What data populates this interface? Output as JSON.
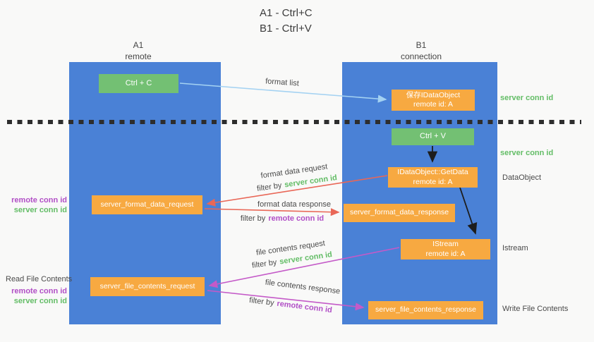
{
  "title": {
    "line1": "A1 - Ctrl+C",
    "line2": "B1 - Ctrl+V"
  },
  "lanes": {
    "a": {
      "name": "A1",
      "role": "remote"
    },
    "b": {
      "name": "B1",
      "role": "connection"
    }
  },
  "nodes": {
    "ctrl_c": "Ctrl + C",
    "ctrl_v": "Ctrl + V",
    "save_dataobject_line1": "保存IDataObject",
    "save_dataobject_line2": "remote id: A",
    "getdata_line1": "IDataObject::GetData",
    "getdata_line2": "remote id: A",
    "istream_line1": "IStream",
    "istream_line2": "remote id: A",
    "format_request": "server_format_data_request",
    "format_response": "server_format_data_response",
    "file_request": "server_file_contents_request",
    "file_response": "server_file_contents_response"
  },
  "edge_labels": {
    "format_list": "format list",
    "format_data_request": "format data request",
    "format_data_response": "format data response",
    "file_contents_request": "file contents request",
    "file_contents_response": "file contents response",
    "filter_by": "filter by",
    "server_conn_id": "server conn id",
    "remote_conn_id": "remote conn id"
  },
  "side_labels": {
    "server_conn_id": "server conn id",
    "remote_conn_id": "remote conn id",
    "dataobject": "DataObject",
    "istream": "Istream",
    "read_file_contents": "Read File Contents",
    "write_file_contents": "Write File Contents"
  },
  "colors": {
    "lane_blue": "#4a81d6",
    "node_green": "#73c073",
    "node_orange": "#f7a941",
    "arrow_lightblue": "#a4d2f2",
    "arrow_red": "#e96757",
    "arrow_magenta": "#c45ac8",
    "arrow_black": "#1d1d1d",
    "label_green": "#63bd66",
    "label_purple": "#b14fc6"
  }
}
